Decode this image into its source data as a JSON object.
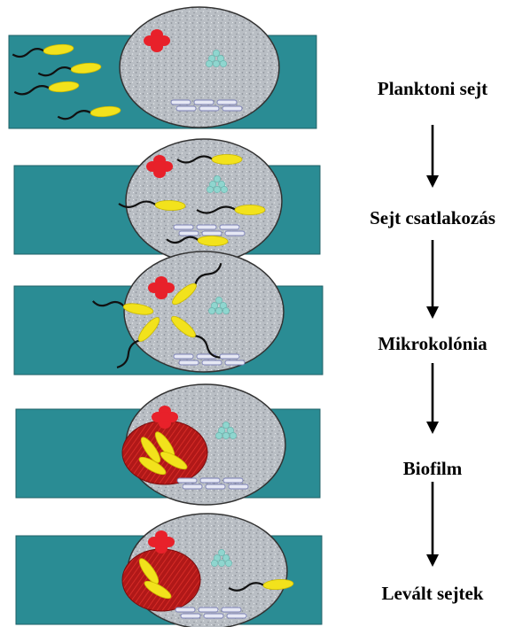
{
  "stages": [
    {
      "label": "Planktoni sejt"
    },
    {
      "label": "Sejt csatlakozás"
    },
    {
      "label": "Mikrokolónia"
    },
    {
      "label": "Biofilm"
    },
    {
      "label": "Levált sejtek"
    }
  ],
  "colors": {
    "surface": "#2a8c94",
    "cell_disc": "#b9bec4",
    "bacterium": "#f2e21c",
    "flagellum": "#111111",
    "red_cluster": "#e8212a",
    "teal_dots": "#8fd6cf",
    "matrix": "#b01818",
    "arrow": "#000000"
  },
  "icons": {
    "arrow": "down-arrow-icon",
    "bacterium": "bacterium-icon",
    "red_cluster": "red-cell-cluster-icon",
    "teal_cluster": "teal-dot-cluster-icon"
  }
}
